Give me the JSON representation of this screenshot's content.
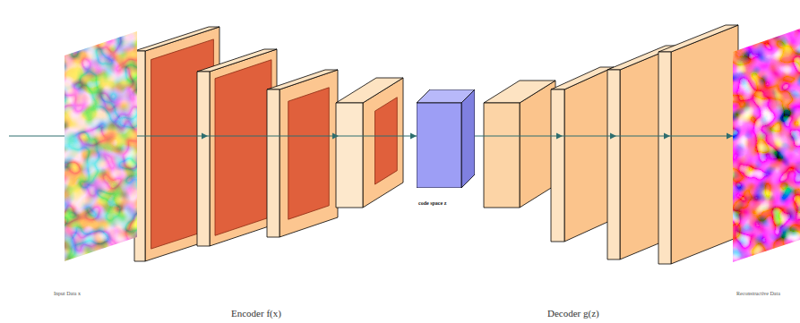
{
  "diagram": {
    "nodes": [
      {
        "text": [
          "Input Data x"
        ]
      },
      {
        "text": [
          "code space z"
        ]
      },
      {
        "text": [
          "Reconstructive Data"
        ]
      }
    ],
    "edges": [
      {
        "from": 0,
        "to": 1,
        "arrow": "to"
      },
      {
        "from": 1,
        "to": 2,
        "arrow": "to"
      }
    ],
    "labels": [
      "Encoder f(x)",
      "Decoder g(z)"
    ]
  }
}
